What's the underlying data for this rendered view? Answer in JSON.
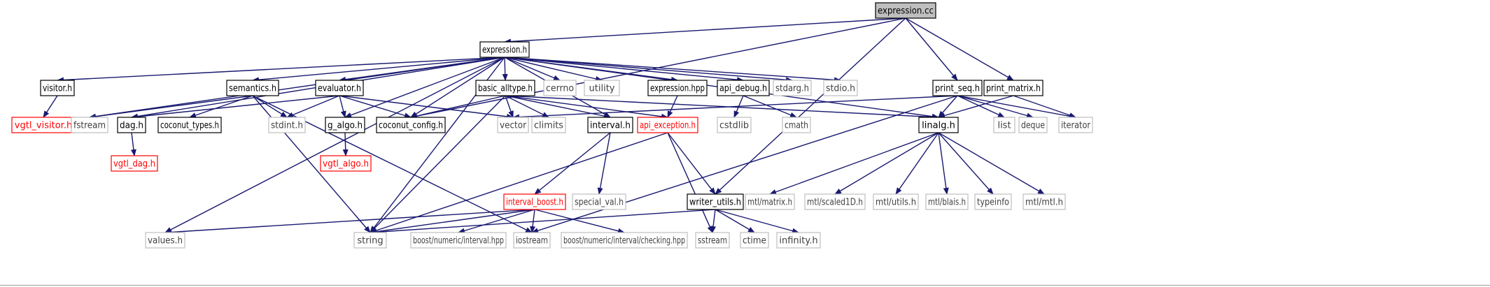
{
  "colors": {
    "edge": "#191970",
    "root_fill": "#bfbfbf",
    "documented_border": "#000000",
    "undocumented_border": "#bfbfbf",
    "undocumented_text": "#404040",
    "unresolved_border": "#ff0000",
    "unresolved_text": "#ff0000"
  },
  "nodes": [
    {
      "id": "expression_cc",
      "label": "expression.cc",
      "kind": "root"
    },
    {
      "id": "expression_h",
      "label": "expression.h",
      "kind": "documented"
    },
    {
      "id": "visitor_h",
      "label": "visitor.h",
      "kind": "documented"
    },
    {
      "id": "vgtl_visitor_h",
      "label": "vgtl_visitor.h",
      "kind": "unresolved"
    },
    {
      "id": "semantics_h",
      "label": "semantics.h",
      "kind": "documented"
    },
    {
      "id": "evaluator_h",
      "label": "evaluator.h",
      "kind": "documented"
    },
    {
      "id": "basic_alltype_h",
      "label": "basic_alltype.h",
      "kind": "documented"
    },
    {
      "id": "cerrno",
      "label": "cerrno",
      "kind": "system"
    },
    {
      "id": "utility",
      "label": "utility",
      "kind": "system"
    },
    {
      "id": "expression_hpp",
      "label": "expression.hpp",
      "kind": "documented"
    },
    {
      "id": "api_debug_h",
      "label": "api_debug.h",
      "kind": "documented"
    },
    {
      "id": "stdarg_h",
      "label": "stdarg.h",
      "kind": "system"
    },
    {
      "id": "stdio_h",
      "label": "stdio.h",
      "kind": "system"
    },
    {
      "id": "print_seq_h",
      "label": "print_seq.h",
      "kind": "documented"
    },
    {
      "id": "print_matrix_h",
      "label": "print_matrix.h",
      "kind": "documented"
    },
    {
      "id": "fstream",
      "label": "fstream",
      "kind": "system"
    },
    {
      "id": "dag_h",
      "label": "dag.h",
      "kind": "documented"
    },
    {
      "id": "coconut_types_h",
      "label": "coconut_types.h",
      "kind": "documented"
    },
    {
      "id": "stdint_h",
      "label": "stdint.h",
      "kind": "system"
    },
    {
      "id": "g_algo_h",
      "label": "g_algo.h",
      "kind": "documented"
    },
    {
      "id": "coconut_config_h",
      "label": "coconut_config.h",
      "kind": "documented"
    },
    {
      "id": "vector",
      "label": "vector",
      "kind": "system"
    },
    {
      "id": "climits",
      "label": "climits",
      "kind": "system"
    },
    {
      "id": "interval_h",
      "label": "interval.h",
      "kind": "documented"
    },
    {
      "id": "api_exception_h",
      "label": "api_exception.h",
      "kind": "unresolved"
    },
    {
      "id": "cstdlib",
      "label": "cstdlib",
      "kind": "system"
    },
    {
      "id": "cmath",
      "label": "cmath",
      "kind": "system"
    },
    {
      "id": "linalg_h",
      "label": "linalg.h",
      "kind": "documented"
    },
    {
      "id": "list",
      "label": "list",
      "kind": "system"
    },
    {
      "id": "deque",
      "label": "deque",
      "kind": "system"
    },
    {
      "id": "iterator",
      "label": "iterator",
      "kind": "system"
    },
    {
      "id": "vgtl_dag_h",
      "label": "vgtl_dag.h",
      "kind": "unresolved"
    },
    {
      "id": "vgtl_algo_h",
      "label": "vgtl_algo.h",
      "kind": "unresolved"
    },
    {
      "id": "interval_boost_h",
      "label": "interval_boost.h",
      "kind": "unresolved"
    },
    {
      "id": "special_val_h",
      "label": "special_val.h",
      "kind": "system"
    },
    {
      "id": "writer_utils_h",
      "label": "writer_utils.h",
      "kind": "documented"
    },
    {
      "id": "mtl_matrix_h",
      "label": "mtl/matrix.h",
      "kind": "system"
    },
    {
      "id": "mtl_scaled1d_h",
      "label": "mtl/scaled1D.h",
      "kind": "system"
    },
    {
      "id": "mtl_utils_h",
      "label": "mtl/utils.h",
      "kind": "system"
    },
    {
      "id": "mtl_blais_h",
      "label": "mtl/blais.h",
      "kind": "system"
    },
    {
      "id": "typeinfo",
      "label": "typeinfo",
      "kind": "system"
    },
    {
      "id": "mtl_mtl_h",
      "label": "mtl/mtl.h",
      "kind": "system"
    },
    {
      "id": "values_h",
      "label": "values.h",
      "kind": "system"
    },
    {
      "id": "string",
      "label": "string",
      "kind": "system"
    },
    {
      "id": "boost_interval_hpp",
      "label": "boost/numeric/interval.hpp",
      "kind": "system"
    },
    {
      "id": "iostream",
      "label": "iostream",
      "kind": "system"
    },
    {
      "id": "boost_checking_hpp",
      "label": "boost/numeric/interval/checking.hpp",
      "kind": "system"
    },
    {
      "id": "sstream",
      "label": "sstream",
      "kind": "system"
    },
    {
      "id": "ctime",
      "label": "ctime",
      "kind": "system"
    },
    {
      "id": "infinity_h",
      "label": "infinity.h",
      "kind": "system"
    }
  ],
  "edges": [
    [
      "expression_cc",
      "expression_h"
    ],
    [
      "expression_cc",
      "coconut_config_h"
    ],
    [
      "expression_cc",
      "writer_utils_h"
    ],
    [
      "expression_cc",
      "print_seq_h"
    ],
    [
      "expression_cc",
      "print_matrix_h"
    ],
    [
      "expression_h",
      "visitor_h"
    ],
    [
      "expression_h",
      "semantics_h"
    ],
    [
      "expression_h",
      "evaluator_h"
    ],
    [
      "expression_h",
      "basic_alltype_h"
    ],
    [
      "expression_h",
      "cerrno"
    ],
    [
      "expression_h",
      "utility"
    ],
    [
      "expression_h",
      "expression_hpp"
    ],
    [
      "expression_h",
      "api_debug_h"
    ],
    [
      "expression_h",
      "stdarg_h"
    ],
    [
      "expression_h",
      "stdio_h"
    ],
    [
      "expression_h",
      "fstream"
    ],
    [
      "expression_h",
      "dag_h"
    ],
    [
      "expression_h",
      "g_algo_h"
    ],
    [
      "expression_h",
      "coconut_config_h"
    ],
    [
      "expression_h",
      "interval_h"
    ],
    [
      "expression_h",
      "linalg_h"
    ],
    [
      "expression_h",
      "values_h"
    ],
    [
      "expression_h",
      "string"
    ],
    [
      "visitor_h",
      "vgtl_visitor_h"
    ],
    [
      "semantics_h",
      "fstream"
    ],
    [
      "semantics_h",
      "coconut_types_h"
    ],
    [
      "semantics_h",
      "stdint_h"
    ],
    [
      "semantics_h",
      "string"
    ],
    [
      "semantics_h",
      "iostream"
    ],
    [
      "evaluator_h",
      "dag_h"
    ],
    [
      "evaluator_h",
      "stdint_h"
    ],
    [
      "evaluator_h",
      "g_algo_h"
    ],
    [
      "evaluator_h",
      "coconut_config_h"
    ],
    [
      "evaluator_h",
      "vector"
    ],
    [
      "basic_alltype_h",
      "coconut_config_h"
    ],
    [
      "basic_alltype_h",
      "vector"
    ],
    [
      "basic_alltype_h",
      "climits"
    ],
    [
      "basic_alltype_h",
      "interval_h"
    ],
    [
      "basic_alltype_h",
      "api_exception_h"
    ],
    [
      "basic_alltype_h",
      "linalg_h"
    ],
    [
      "basic_alltype_h",
      "string"
    ],
    [
      "expression_hpp",
      "api_exception_h"
    ],
    [
      "api_debug_h",
      "cstdlib"
    ],
    [
      "api_debug_h",
      "cmath"
    ],
    [
      "print_seq_h",
      "vector"
    ],
    [
      "print_seq_h",
      "linalg_h"
    ],
    [
      "print_seq_h",
      "list"
    ],
    [
      "print_seq_h",
      "deque"
    ],
    [
      "print_seq_h",
      "iterator"
    ],
    [
      "print_seq_h",
      "iostream"
    ],
    [
      "print_matrix_h",
      "linalg_h"
    ],
    [
      "print_matrix_h",
      "iterator"
    ],
    [
      "dag_h",
      "vgtl_dag_h"
    ],
    [
      "g_algo_h",
      "vgtl_algo_h"
    ],
    [
      "interval_h",
      "interval_boost_h"
    ],
    [
      "interval_h",
      "special_val_h"
    ],
    [
      "interval_boost_h",
      "values_h"
    ],
    [
      "interval_boost_h",
      "string"
    ],
    [
      "interval_boost_h",
      "boost_interval_hpp"
    ],
    [
      "interval_boost_h",
      "iostream"
    ],
    [
      "interval_boost_h",
      "boost_checking_hpp"
    ],
    [
      "api_exception_h",
      "writer_utils_h"
    ],
    [
      "api_exception_h",
      "string"
    ],
    [
      "api_exception_h",
      "sstream"
    ],
    [
      "writer_utils_h",
      "string"
    ],
    [
      "writer_utils_h",
      "sstream"
    ],
    [
      "writer_utils_h",
      "ctime"
    ],
    [
      "writer_utils_h",
      "infinity_h"
    ],
    [
      "linalg_h",
      "mtl_matrix_h"
    ],
    [
      "linalg_h",
      "mtl_scaled1d_h"
    ],
    [
      "linalg_h",
      "mtl_utils_h"
    ],
    [
      "linalg_h",
      "mtl_blais_h"
    ],
    [
      "linalg_h",
      "typeinfo"
    ],
    [
      "linalg_h",
      "mtl_mtl_h"
    ]
  ]
}
